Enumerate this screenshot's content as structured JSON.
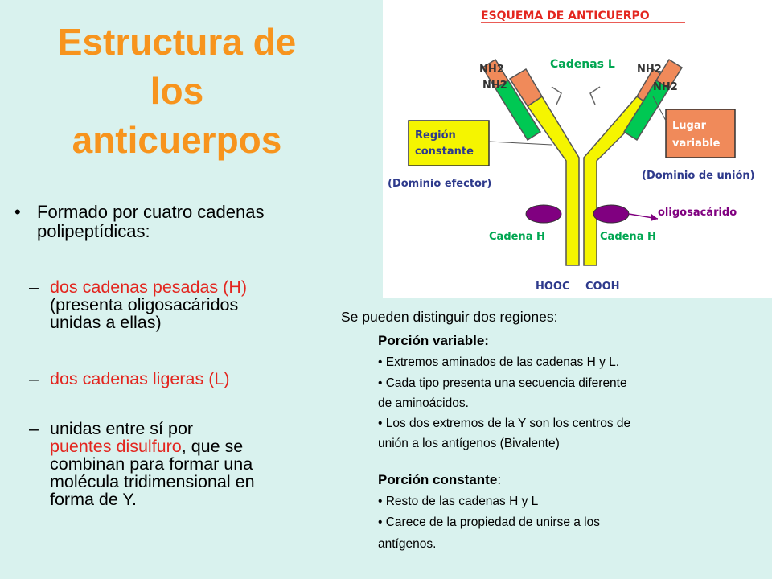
{
  "title": [
    "Estructura de",
    "los",
    "anticuerpos"
  ],
  "bullet": "Formado por cuatro cadenas polipeptídicas:",
  "subbullets": {
    "heavy": [
      "dos cadenas pesadas (H)",
      "(presenta oligosacáridos",
      "unidas a ellas)"
    ],
    "light": "dos cadenas ligeras (L)",
    "bond": [
      "unidas entre sí por",
      "puentes disulfuro",
      ", que se",
      "combinan para formar una",
      "molécula tridimensional en",
      "forma de Y."
    ]
  },
  "diagram": {
    "title": "ESQUEMA DE ANTICUERPO",
    "cadenas_l": "Cadenas L",
    "nh2": "NH2",
    "region_constante": [
      "Región",
      "constante"
    ],
    "dominio_efector": "(Dominio efector)",
    "lugar_variable": [
      "Lugar",
      "variable"
    ],
    "dominio_union": "(Dominio de unión)",
    "oligosacarido": "oligosacárido",
    "cadena_h": "Cadena H",
    "hooc": "HOOC",
    "cooh": "COOH"
  },
  "right": {
    "intro": "Se pueden distinguir dos regiones:",
    "variable_head": "Porción variable:",
    "variable_lines": [
      "•  Extremos aminados de las cadenas H y L.",
      "•  Cada tipo presenta una secuencia diferente",
      "de aminoácidos.",
      "•  Los dos extremos de la Y  son los centros de",
      "unión a los antígenos (Bivalente)"
    ],
    "constant_head": "Porción constante",
    "constant_colon": ":",
    "constant_lines": [
      "•  Resto de las cadenas H y L",
      "•  Carece de la propiedad de unirse a los",
      "antígenos."
    ]
  }
}
